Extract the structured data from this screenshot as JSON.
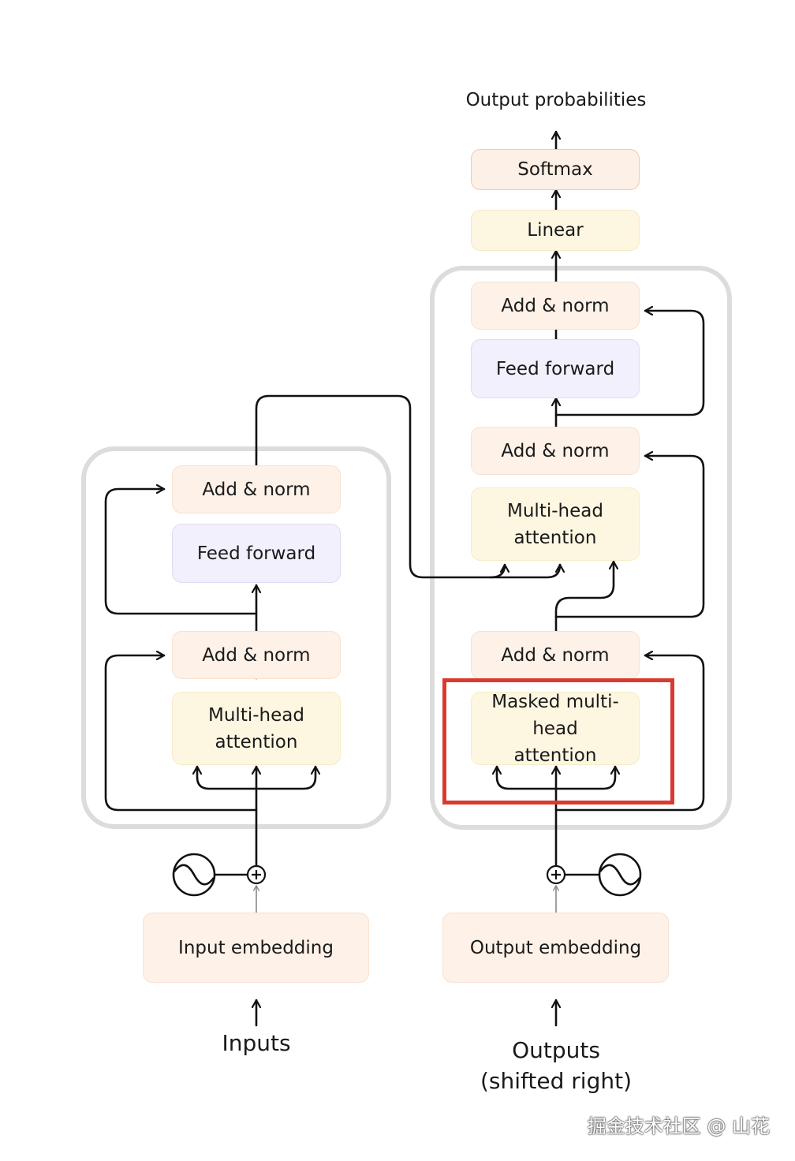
{
  "output_probabilities": "Output probabilities",
  "encoder": {
    "add_norm_top": "Add & norm",
    "feed_forward": "Feed forward",
    "add_norm_bottom": "Add & norm",
    "multi_head_attention": "Multi-head attention"
  },
  "decoder": {
    "softmax": "Softmax",
    "linear": "Linear",
    "add_norm_top": "Add & norm",
    "feed_forward": "Feed forward",
    "add_norm_middle": "Add & norm",
    "multi_head_attention": "Multi-head attention",
    "add_norm_bottom": "Add & norm",
    "masked_multi_head_attention": "Masked multi-head attention"
  },
  "input_embedding": "Input embedding",
  "output_embedding": "Output embedding",
  "inputs_label": "Inputs",
  "outputs_label_line1": "Outputs",
  "outputs_label_line2": "(shifted right)",
  "watermark": "掘金技术社区 @ 山花",
  "colors": {
    "highlight": "#d93a2f",
    "stack_border": "#dcdcdc",
    "add_norm_fill": "#fdf1e8",
    "feed_forward_fill": "#f1f0fc",
    "attention_fill": "#fdf6e1"
  }
}
